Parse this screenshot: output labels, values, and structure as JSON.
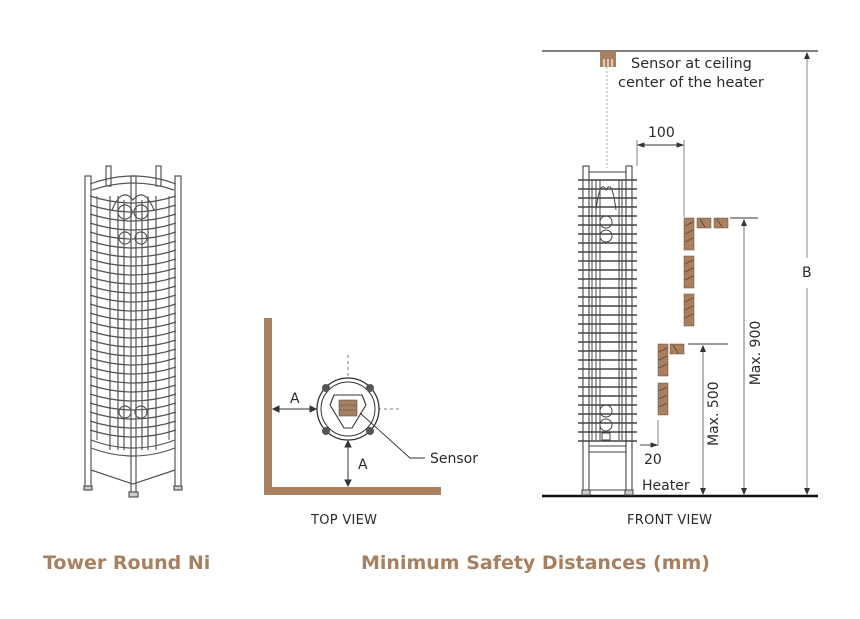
{
  "product": {
    "name": "Tower Round Ni"
  },
  "diagram": {
    "title": "Minimum Safety Distances (mm)",
    "top_view": {
      "caption": "TOP VIEW",
      "labels": {
        "dist_wall_side": "A",
        "dist_wall_back": "A",
        "sensor": "Sensor"
      }
    },
    "front_view": {
      "caption": "FRONT VIEW",
      "labels": {
        "sensor_note_line1": "Sensor at ceiling",
        "sensor_note_line2": "center of the heater",
        "dist_top_side": "100",
        "dist_bottom_side": "20",
        "max_upper": "Max. 900",
        "max_lower": "Max. 500",
        "ceiling_height": "B",
        "heater": "Heater"
      }
    },
    "colors": {
      "wood": "#a9805f",
      "title": "#a9805f",
      "line": "#333333",
      "dim_line": "#999999"
    }
  }
}
